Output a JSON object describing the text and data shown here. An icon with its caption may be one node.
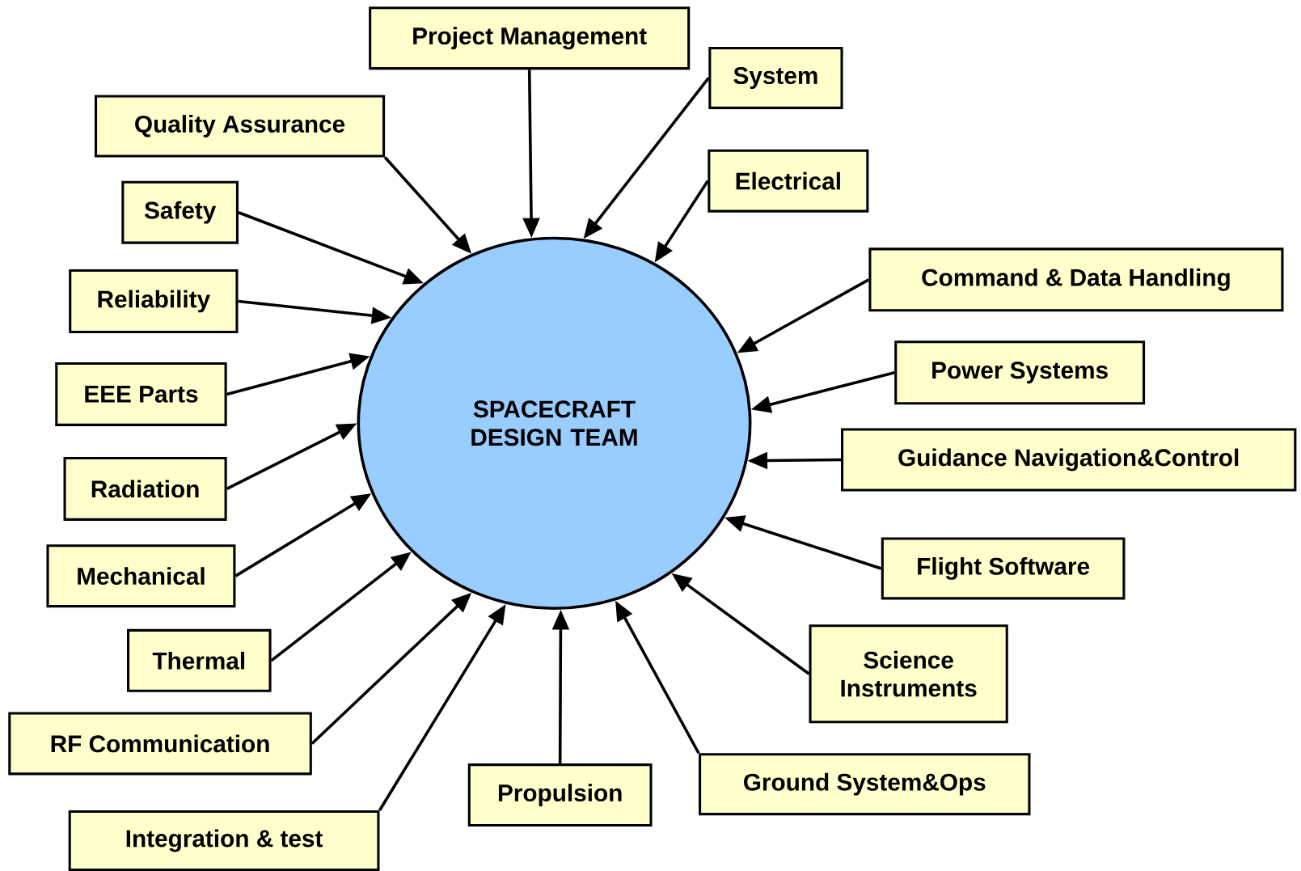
{
  "diagram": {
    "nodes": [
      {
        "text": [
          "SPACECRAFT DESIGN TEAM"
        ]
      },
      {
        "text": [
          "Project Management"
        ]
      },
      {
        "text": [
          "System"
        ]
      },
      {
        "text": [
          "Quality Assurance"
        ]
      },
      {
        "text": [
          "Electrical"
        ]
      },
      {
        "text": [
          "Safety"
        ]
      },
      {
        "text": [
          "Reliability"
        ]
      },
      {
        "text": [
          "Command & Data Handling"
        ]
      },
      {
        "text": [
          "EEE Parts"
        ]
      },
      {
        "text": [
          "Power Systems"
        ]
      },
      {
        "text": [
          "Guidance Navigation&Control"
        ]
      },
      {
        "text": [
          "Radiation"
        ]
      },
      {
        "text": [
          "Mechanical"
        ]
      },
      {
        "text": [
          "Flight Software"
        ]
      },
      {
        "text": [
          "Thermal"
        ]
      },
      {
        "text": [
          "Science Instruments"
        ]
      },
      {
        "text": [
          "RF Communication"
        ]
      },
      {
        "text": [
          "Ground System&Ops"
        ]
      },
      {
        "text": [
          "Propulsion"
        ]
      },
      {
        "text": [
          "Integration & test"
        ]
      }
    ],
    "edges": [
      {
        "from": 1,
        "to": 0,
        "arrow": "to"
      },
      {
        "from": 2,
        "to": 0,
        "arrow": "to"
      },
      {
        "from": 3,
        "to": 0,
        "arrow": "to"
      },
      {
        "from": 4,
        "to": 0,
        "arrow": "to"
      },
      {
        "from": 5,
        "to": 0,
        "arrow": "to"
      },
      {
        "from": 6,
        "to": 0,
        "arrow": "to"
      },
      {
        "from": 7,
        "to": 0,
        "arrow": "to"
      },
      {
        "from": 8,
        "to": 0,
        "arrow": "to"
      },
      {
        "from": 9,
        "to": 0,
        "arrow": "to"
      },
      {
        "from": 10,
        "to": 0,
        "arrow": "to"
      },
      {
        "from": 11,
        "to": 0,
        "arrow": "to"
      },
      {
        "from": 12,
        "to": 0,
        "arrow": "to"
      },
      {
        "from": 13,
        "to": 0,
        "arrow": "to"
      },
      {
        "from": 14,
        "to": 0,
        "arrow": "to"
      },
      {
        "from": 15,
        "to": 0,
        "arrow": "to"
      },
      {
        "from": 16,
        "to": 0,
        "arrow": "to"
      },
      {
        "from": 17,
        "to": 0,
        "arrow": "to"
      },
      {
        "from": 18,
        "to": 0,
        "arrow": "to"
      },
      {
        "from": 19,
        "to": 0,
        "arrow": "to"
      }
    ]
  }
}
